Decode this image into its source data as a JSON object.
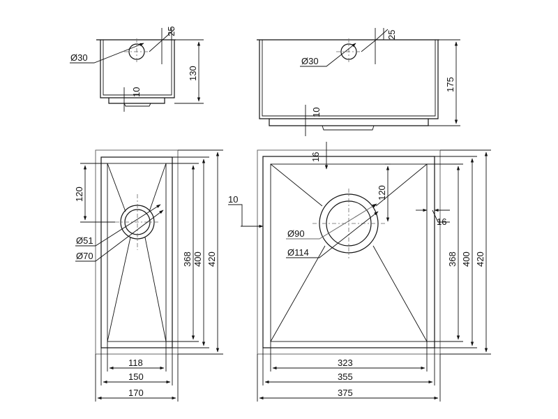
{
  "small_sink": {
    "side_view": {
      "hole_diameter": "Ø30",
      "hole_offset": "25",
      "depth": "130",
      "flange_thickness": "10"
    },
    "top_view": {
      "drain_offset": "120",
      "drain_inner_diameter": "Ø51",
      "drain_outer_diameter": "Ø70",
      "height_inner": "368",
      "height_middle": "400",
      "height_outer": "420",
      "width_inner": "118",
      "width_middle": "150",
      "width_outer": "170"
    }
  },
  "large_sink": {
    "side_view": {
      "hole_diameter": "Ø30",
      "hole_offset": "25",
      "depth": "175",
      "flange_thickness": "10"
    },
    "top_view": {
      "top_rim": "16",
      "left_rim": "10",
      "right_rim": "16",
      "drain_offset": "120",
      "drain_inner_diameter": "Ø90",
      "drain_outer_diameter": "Ø114",
      "height_inner": "368",
      "height_middle": "400",
      "height_outer": "420",
      "width_inner": "323",
      "width_middle": "355",
      "width_outer": "375"
    }
  }
}
